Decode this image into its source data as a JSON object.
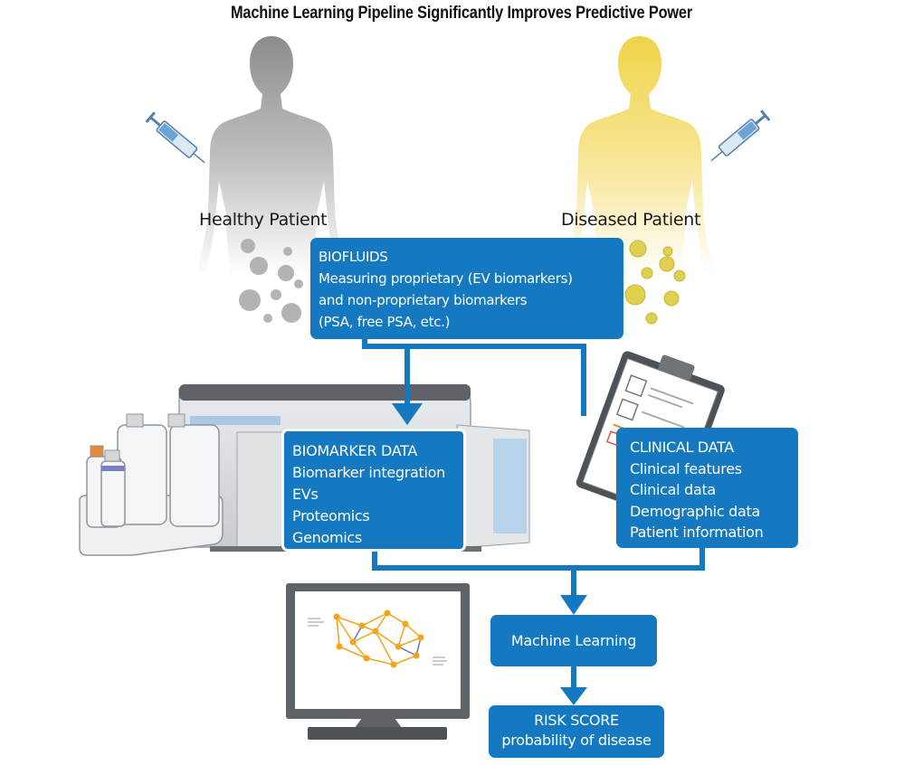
{
  "title": "Machine Learning Pipeline Significantly Improves Predictive Power",
  "patients": {
    "healthy": "Healthy Patient",
    "diseased": "Diseased Patient"
  },
  "biofluids": {
    "heading": "BIOFLUIDS",
    "lines": [
      "Measuring proprietary (EV biomarkers)",
      "and non-proprietary biomarkers",
      "(PSA, free PSA, etc.)"
    ]
  },
  "biomarker_data": {
    "heading": "BIOMARKER DATA",
    "items": [
      "Biomarker integration",
      "EVs",
      "Proteomics",
      "Genomics"
    ]
  },
  "clinical_data": {
    "heading": "CLINICAL DATA",
    "items": [
      "Clinical features",
      "Clinical data",
      "Demographic data",
      "Patient information"
    ]
  },
  "machine_learning": "Machine Learning",
  "risk_score": {
    "heading": "RISK SCORE",
    "subtext": "probability of disease"
  },
  "colors": {
    "box_blue": "#1479c0",
    "healthy_grey": "#a9a9a9",
    "diseased_yellow": "#f2dc6e",
    "network_orange": "#f2a51c",
    "network_purple": "#6a6fc0"
  }
}
